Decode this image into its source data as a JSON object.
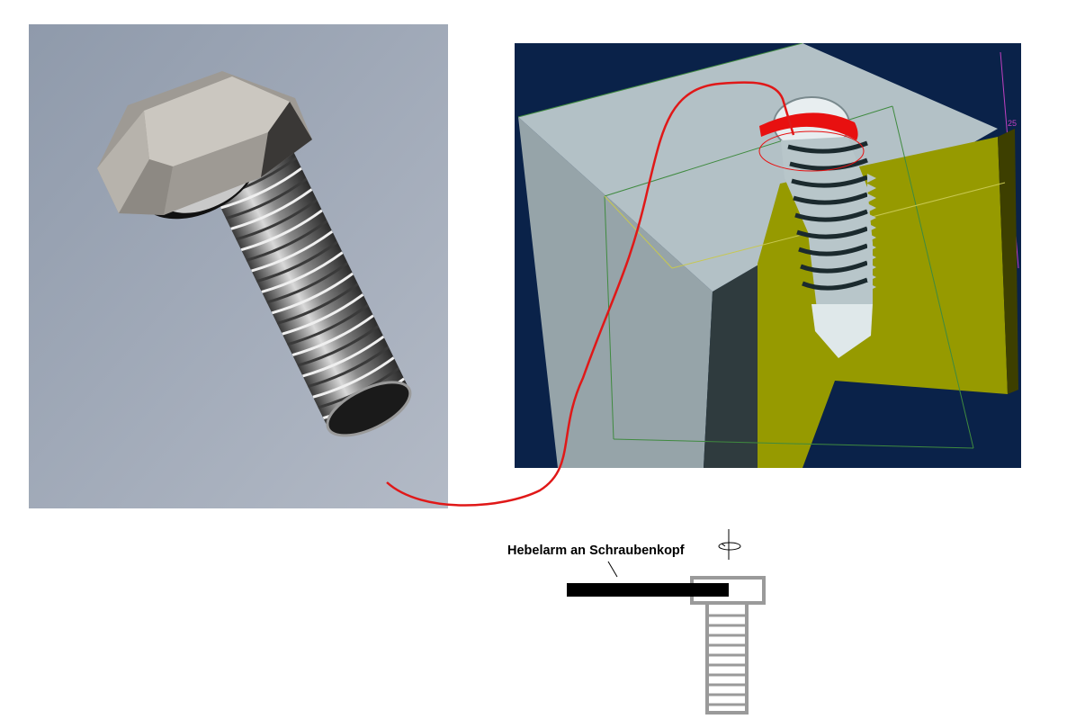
{
  "diagram": {
    "caption": "Hebelarm an Schraubenkopf",
    "colors": {
      "bolt_background": "#a3acbb",
      "cad_background": "#0a2249",
      "block_top": "#b3c1c6",
      "block_side": "#96a4a9",
      "cut_face": "#969a00",
      "connector_line": "#e01818",
      "sketch_gray": "#9a9a9a",
      "lever_arm": "#000000"
    },
    "icons": [
      "bolt-render",
      "threaded-hole-cutaway",
      "rotation-axis-icon",
      "lever-arm-schematic"
    ]
  }
}
